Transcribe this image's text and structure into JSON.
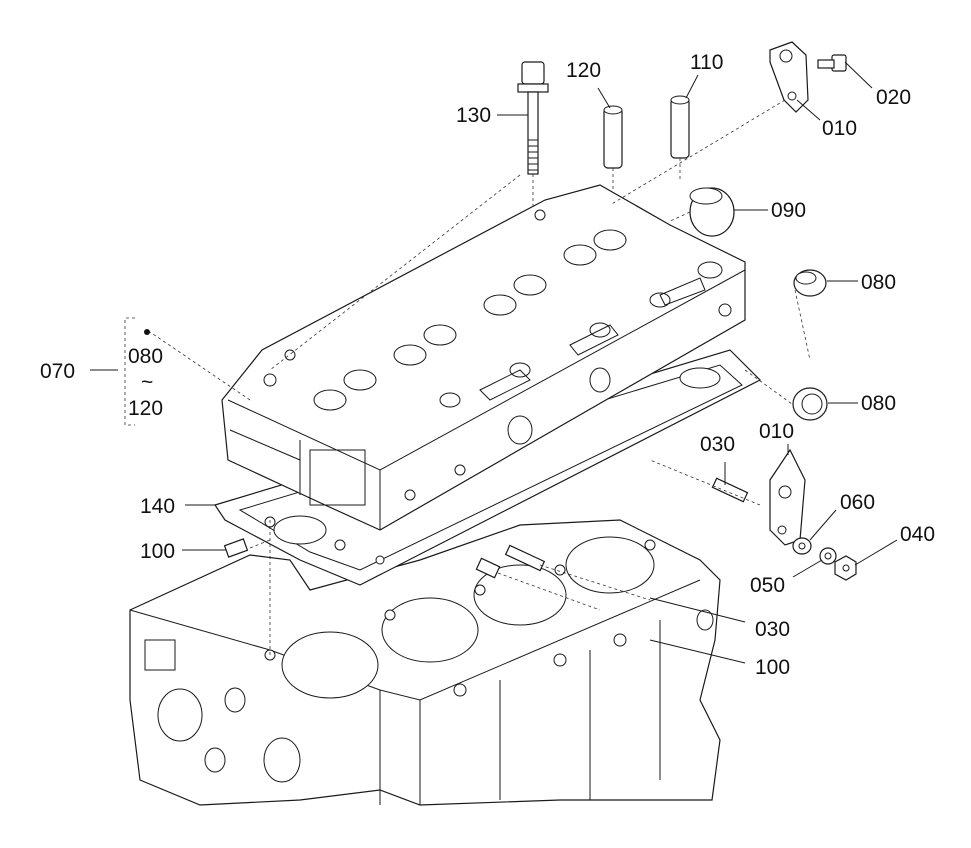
{
  "callouts": [
    {
      "id": "c130",
      "text": "130"
    },
    {
      "id": "c120",
      "text": "120"
    },
    {
      "id": "c110",
      "text": "110"
    },
    {
      "id": "c020",
      "text": "020"
    },
    {
      "id": "c010a",
      "text": "010"
    },
    {
      "id": "c090",
      "text": "090"
    },
    {
      "id": "c080a",
      "text": "080"
    },
    {
      "id": "c080b",
      "text": "080"
    },
    {
      "id": "c070",
      "text": "070"
    },
    {
      "id": "c070from",
      "text": "080"
    },
    {
      "id": "c070tilde",
      "text": "~"
    },
    {
      "id": "c070to",
      "text": "120"
    },
    {
      "id": "c010b",
      "text": "010"
    },
    {
      "id": "c030a",
      "text": "030"
    },
    {
      "id": "c060",
      "text": "060"
    },
    {
      "id": "c040",
      "text": "040"
    },
    {
      "id": "c050",
      "text": "050"
    },
    {
      "id": "c140",
      "text": "140"
    },
    {
      "id": "c100a",
      "text": "100"
    },
    {
      "id": "c030b",
      "text": "030"
    },
    {
      "id": "c100b",
      "text": "100"
    }
  ]
}
